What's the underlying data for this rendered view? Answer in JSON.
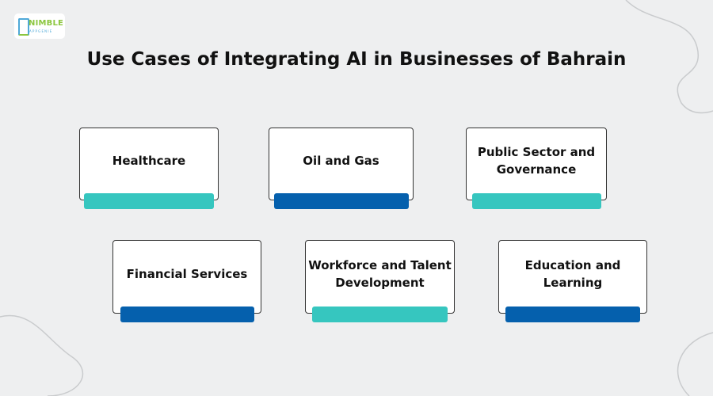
{
  "logo": {
    "text": "NIMBLE",
    "subtext": "APPGENIE"
  },
  "title": "Use Cases of Integrating AI in Businesses of Bahrain",
  "colors": {
    "teal": "#36c6bf",
    "blue": "#0560ad"
  },
  "cards": [
    {
      "label": "Healthcare",
      "accent": "teal"
    },
    {
      "label": "Oil and Gas",
      "accent": "blue"
    },
    {
      "label": "Public Sector and Governance",
      "accent": "teal"
    },
    {
      "label": "Financial Services",
      "accent": "blue"
    },
    {
      "label": "Workforce and Talent Development",
      "accent": "teal"
    },
    {
      "label": "Education and Learning",
      "accent": "blue"
    }
  ]
}
